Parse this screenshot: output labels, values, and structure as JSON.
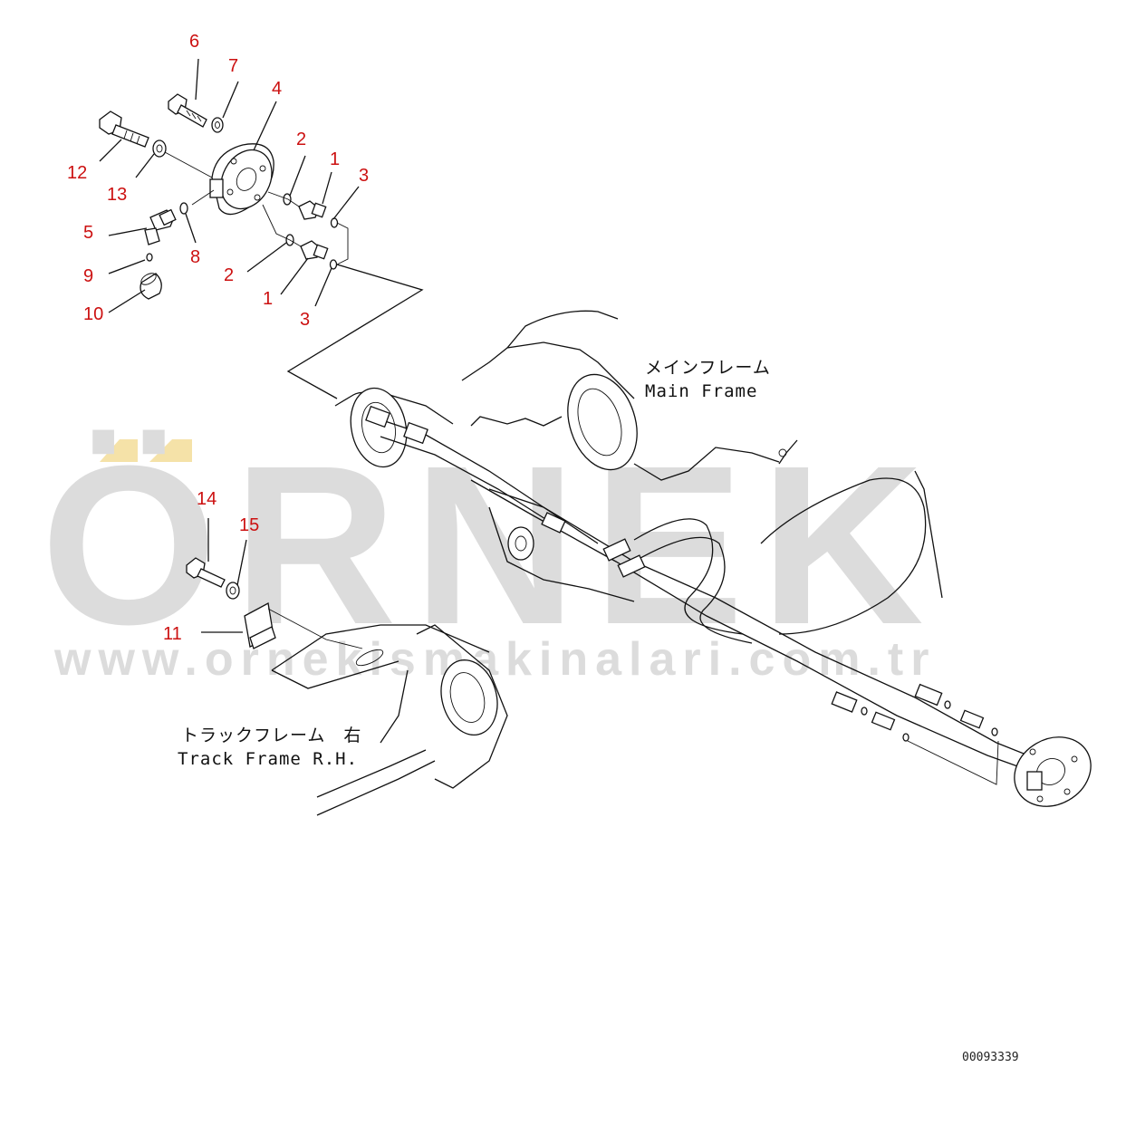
{
  "watermark": {
    "brand": "ÖRNEK",
    "url": "www.ornekismakinalari.com.tr",
    "color": "#dcdcdc",
    "accent_color": "#f5e2a8"
  },
  "labels": {
    "main_frame_jp": "メインフレーム",
    "main_frame_en": "Main Frame",
    "track_frame_jp": "トラックフレーム　右",
    "track_frame_en": "Track Frame R.H."
  },
  "callouts": [
    "1",
    "1",
    "2",
    "2",
    "3",
    "3",
    "4",
    "5",
    "6",
    "7",
    "8",
    "9",
    "10",
    "11",
    "12",
    "13",
    "14",
    "15"
  ],
  "callout_color": "#cc1111",
  "document_id": "00093339"
}
